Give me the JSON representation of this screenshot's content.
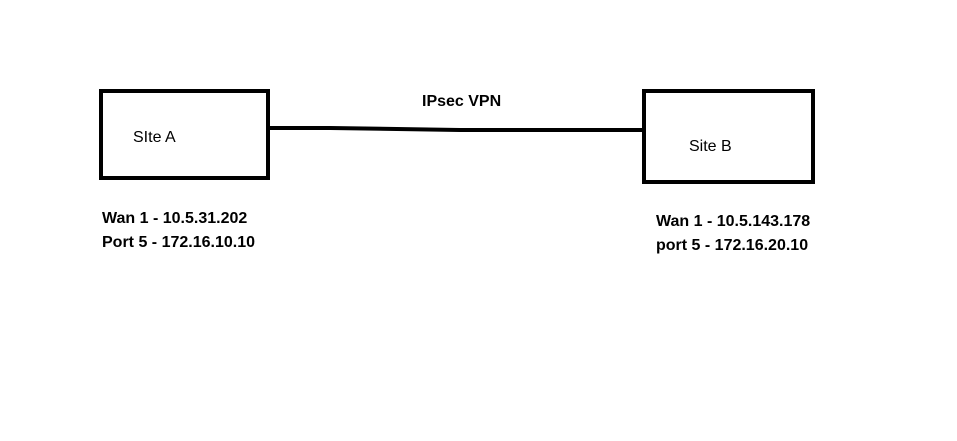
{
  "link": {
    "title": "IPsec VPN"
  },
  "sites": {
    "a": {
      "label": "SIte A",
      "wan": "Wan 1 - 10.5.31.202",
      "port": "Port 5 - 172.16.10.10"
    },
    "b": {
      "label": "Site B",
      "wan": "Wan 1 - 10.5.143.178",
      "port": "port 5 - 172.16.20.10"
    }
  },
  "colors": {
    "line": "#000000",
    "background": "#ffffff"
  }
}
